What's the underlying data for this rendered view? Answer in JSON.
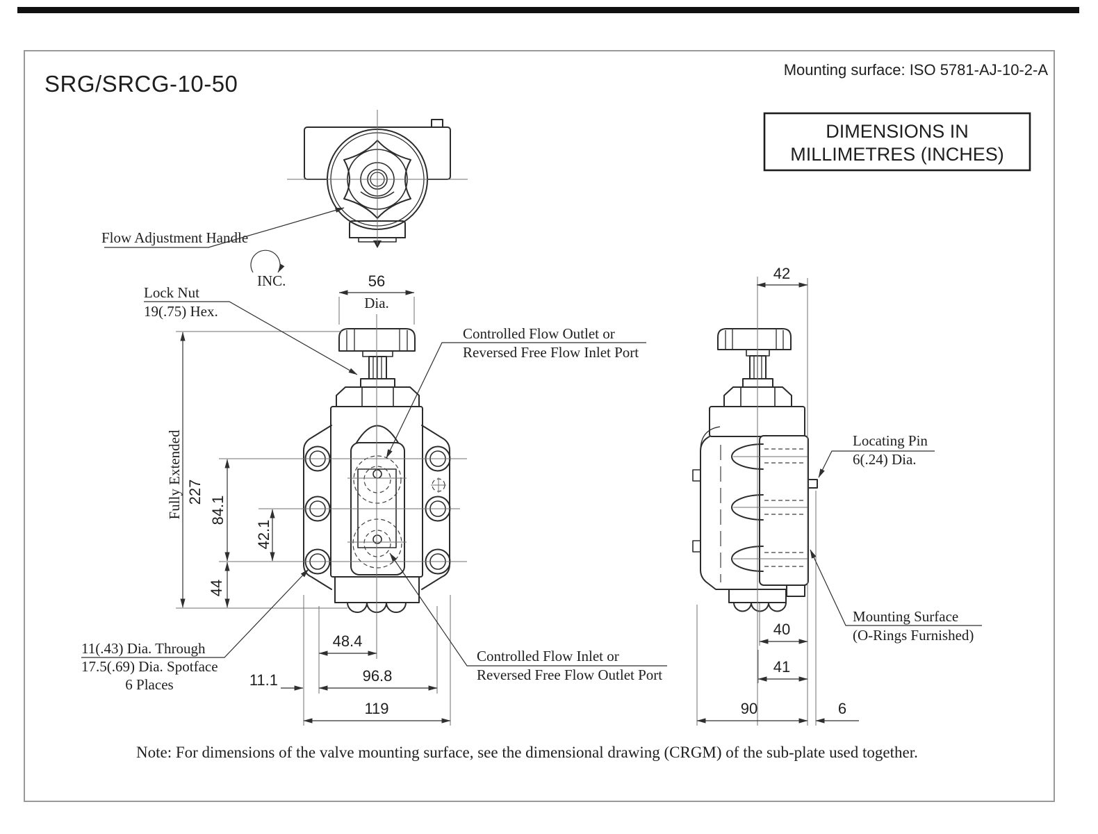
{
  "page": {
    "title": "SRG/SRCG-10-50",
    "header_right": "Mounting surface: ISO 5781-AJ-10-2-A",
    "dim_box_line1": "DIMENSIONS IN",
    "dim_box_line2": "MILLIMETRES (INCHES)",
    "note": "Note: For dimensions of the valve mounting surface, see the dimensional drawing (CRGM)  of the sub-plate used together."
  },
  "labels": {
    "flow_handle": "Flow Adjustment Handle",
    "inc": "INC.",
    "lock_nut1": "Lock Nut",
    "lock_nut2": "19(.75) Hex.",
    "fully_extended": "Fully Extended",
    "outlet1": "Controlled Flow Outlet or",
    "outlet2": "Reversed Free Flow Inlet Port",
    "inlet1": "Controlled Flow Inlet or",
    "inlet2": "Reversed Free Flow Outlet Port",
    "through1": "11(.43) Dia. Through",
    "through2": "17.5(.69) Dia. Spotface",
    "through3": "6 Places",
    "pin1": "Locating Pin",
    "pin2": "6(.24) Dia.",
    "mount1": "Mounting Surface",
    "mount2": "(O-Rings Furnished)"
  },
  "dims": {
    "knob_dia": "56",
    "knob_dia_unit": "Dia.",
    "height": "227",
    "hole_span": "84.1",
    "hole_half": "42.1",
    "base": "44",
    "half_width": "48.4",
    "edge_offset": "11.1",
    "bolt_span": "96.8",
    "total_width": "119",
    "side_top": "42",
    "face_w": "40",
    "face_w2": "41",
    "depth": "90",
    "pin_len": "6"
  },
  "colors": {
    "ink": "#2b2b2b",
    "page_border": "#999999",
    "top_bar": "#111111",
    "background": "#ffffff"
  }
}
